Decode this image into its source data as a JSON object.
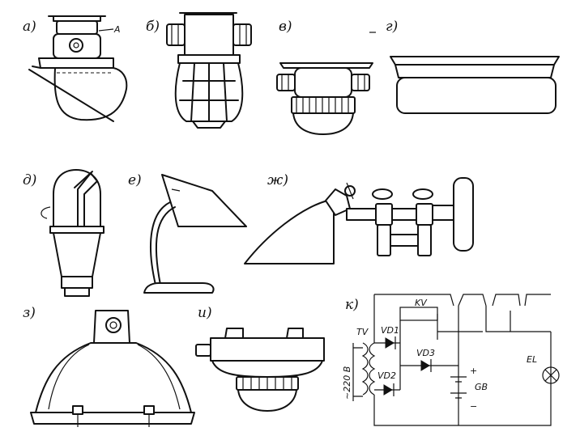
{
  "labels": {
    "a": "а)",
    "b": "б)",
    "v": "в)",
    "g": "г)",
    "d": "д)",
    "e": "е)",
    "zh": "ж)",
    "z": "з)",
    "i": "и)",
    "k": "к)"
  },
  "callout": "А",
  "circuit": {
    "transformer": "TV",
    "diode1": "VD1",
    "diode2": "VD2",
    "diode3": "VD3",
    "relay": "KV",
    "battery": "GB",
    "lamp": "EL",
    "supply": "~220 В",
    "plus": "+",
    "minus": "−"
  }
}
